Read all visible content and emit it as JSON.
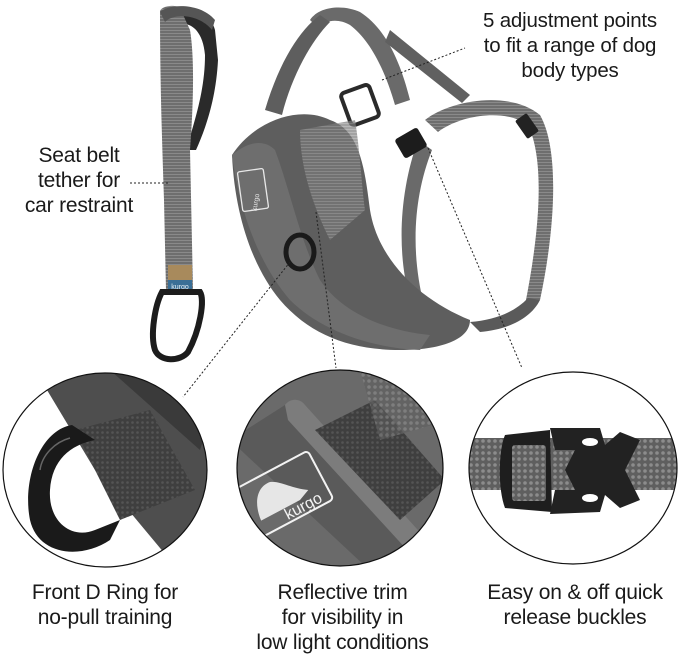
{
  "image": {
    "subject": "Dog harness product infographic",
    "brand_mark": "kurgo",
    "colors": {
      "background": "#ffffff",
      "harness_gray": "#6b6b6b",
      "harness_dark": "#4a4a4a",
      "hardware_black": "#1c1c1c",
      "text": "#1a1a1a",
      "leader_lines": "#222222"
    }
  },
  "callouts": {
    "adjustment": "5 adjustment points\nto fit a range of dog\nbody types",
    "tether": "Seat belt\ntether for\ncar restraint",
    "d_ring": "Front D Ring for\nno-pull training",
    "reflective": "Reflective trim\nfor visibility in\nlow light conditions",
    "buckles": "Easy on & off quick\nrelease buckles"
  },
  "detail_circles": [
    {
      "id": "d-ring-detail",
      "subject": "Front D ring"
    },
    {
      "id": "reflective-detail",
      "subject": "Reflective trim with kurgo logo",
      "logo_text": "kurgo"
    },
    {
      "id": "buckle-detail",
      "subject": "Quick release buckle"
    }
  ],
  "tether_tag": "kurgo",
  "harness_logo": "kurgo"
}
